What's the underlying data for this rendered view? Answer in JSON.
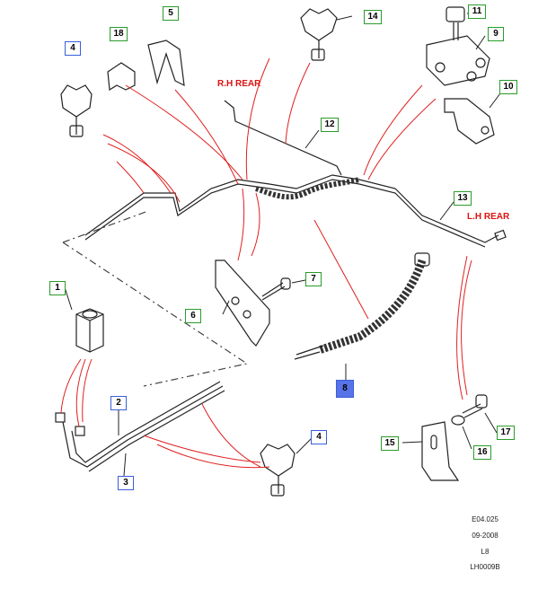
{
  "callouts": [
    {
      "label": "1"
    },
    {
      "label": "2"
    },
    {
      "label": "3"
    },
    {
      "label": "4"
    },
    {
      "label": "4"
    },
    {
      "label": "5"
    },
    {
      "label": "6"
    },
    {
      "label": "7"
    },
    {
      "label": "8"
    },
    {
      "label": "9"
    },
    {
      "label": "10"
    },
    {
      "label": "11"
    },
    {
      "label": "12"
    },
    {
      "label": "13"
    },
    {
      "label": "14"
    },
    {
      "label": "15"
    },
    {
      "label": "16"
    },
    {
      "label": "17"
    },
    {
      "label": "18"
    }
  ],
  "side_labels": {
    "rh_rear": "R.H REAR",
    "lh_rear": "L.H REAR"
  },
  "reference": {
    "code": "E04.025",
    "date": "09-2008",
    "section": "L8",
    "diagram_id": "LH0009B"
  },
  "colors": {
    "leader": "#e02020",
    "callout_green": "#2a9c2a",
    "callout_blue": "#3a5ed8",
    "selected": "#5873e8"
  },
  "selected_part": "8"
}
